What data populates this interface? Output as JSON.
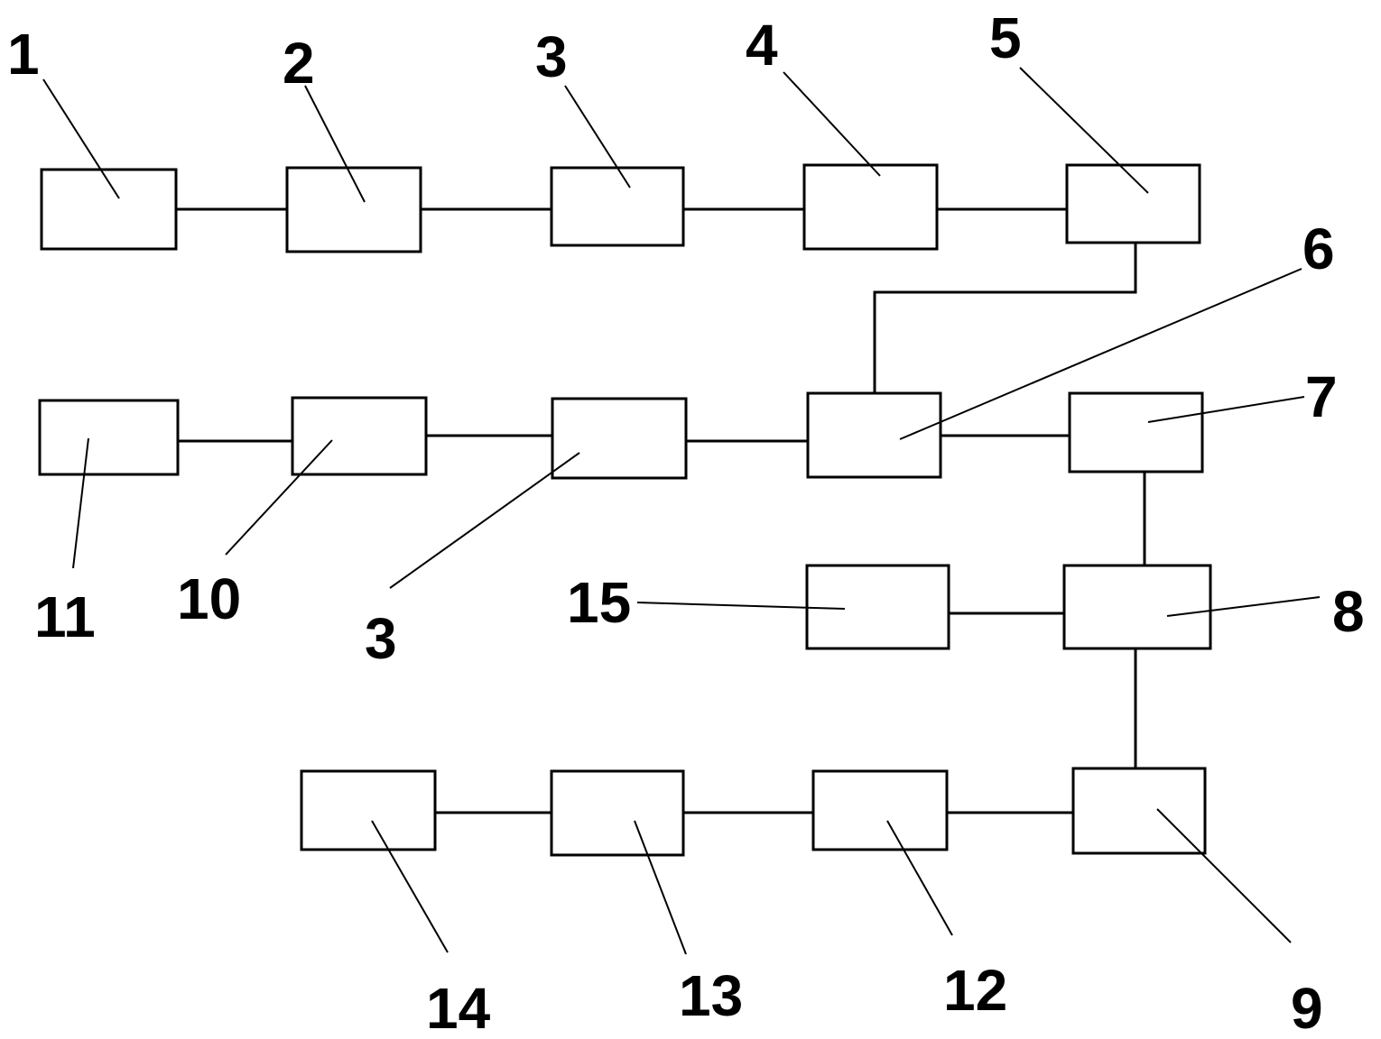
{
  "labels": {
    "n1": "1",
    "n2": "2",
    "n3_top": "3",
    "n4": "4",
    "n5": "5",
    "n6": "6",
    "n7": "7",
    "n8": "8",
    "n9": "9",
    "n10": "10",
    "n11": "11",
    "n3_mid": "3",
    "n12": "12",
    "n13": "13",
    "n14": "14",
    "n15": "15"
  }
}
